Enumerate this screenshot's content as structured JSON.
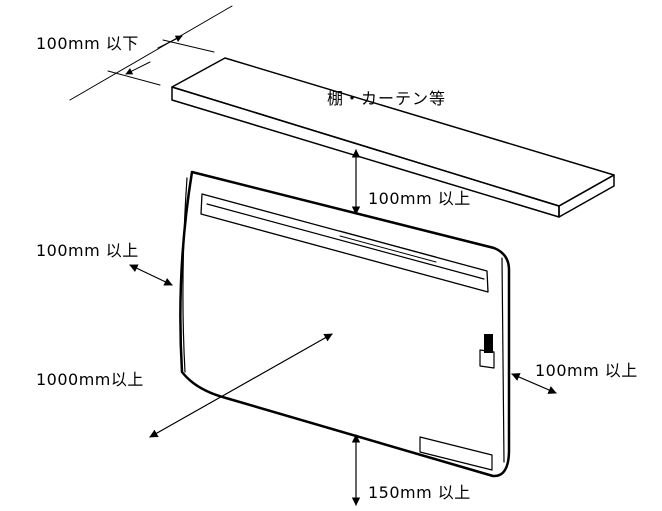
{
  "labels": {
    "top_clearance": "100mm 以下",
    "shelf": "棚・カーテン等",
    "shelf_gap": "100mm 以上",
    "left_side": "100mm 以上",
    "right_side": "100mm 以上",
    "front": "1000mm以上",
    "bottom": "150mm 以上"
  }
}
